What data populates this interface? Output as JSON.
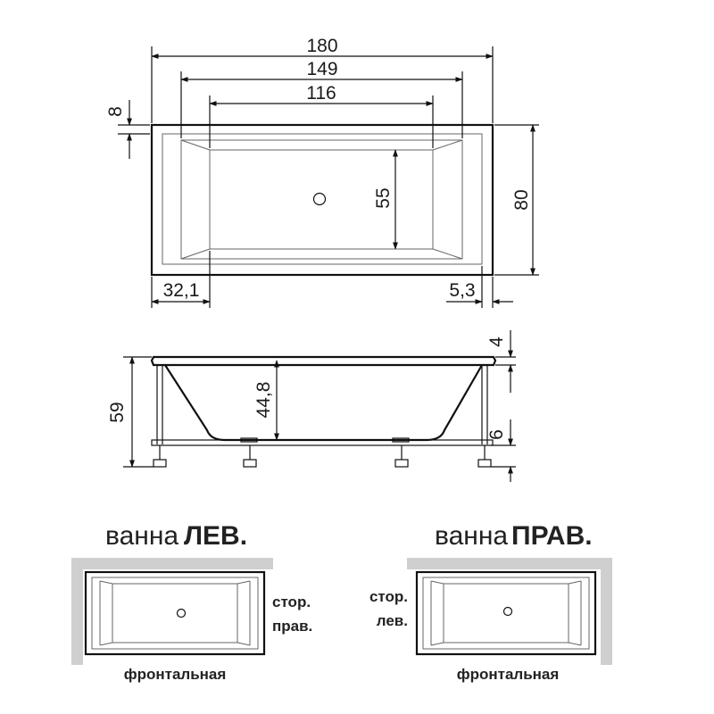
{
  "top_view": {
    "dims": {
      "total_length": "180",
      "inner_length": "149",
      "bottom_length": "116",
      "rim_top": "8",
      "total_width": "80",
      "bottom_width": "55",
      "left_offset": "32,1",
      "right_offset": "5,3"
    }
  },
  "side_view": {
    "dims": {
      "height": "59",
      "depth": "44,8",
      "rim": "4",
      "feet": "6"
    }
  },
  "left_variant": {
    "caption_prefix": "ванна",
    "caption_bold": "ЛЕВ.",
    "side_line1": "стор.",
    "side_line2": "прав.",
    "front_label": "фронтальная"
  },
  "right_variant": {
    "caption_prefix": "ванна",
    "caption_bold": "ПРАВ.",
    "side_line1": "стор.",
    "side_line2": "лев.",
    "front_label": "фронтальная"
  },
  "colors": {
    "wall": "#cfcfcf",
    "line": "#111111"
  }
}
